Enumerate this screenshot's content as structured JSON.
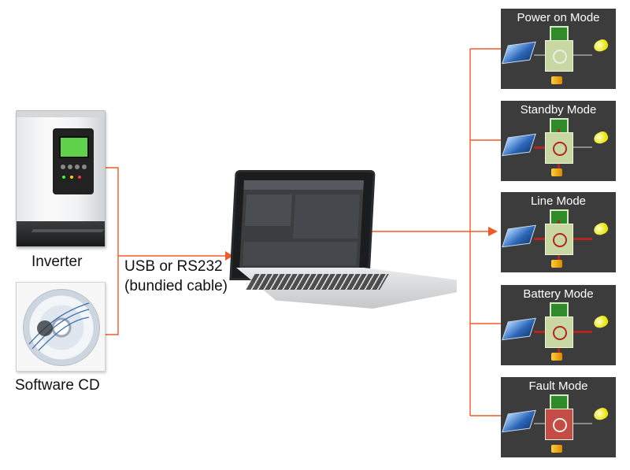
{
  "labels": {
    "inverter": "Inverter",
    "software_cd": "Software CD",
    "connection_line1": "USB or RS232",
    "connection_line2": "(bundied cable)"
  },
  "modes": [
    {
      "title": "Power on Mode"
    },
    {
      "title": "Standby Mode"
    },
    {
      "title": "Line Mode"
    },
    {
      "title": "Battery Mode"
    },
    {
      "title": "Fault Mode"
    }
  ],
  "colors": {
    "connector": "#f05a28",
    "panel_bg": "#3c3c3c",
    "flow_active": "#b3261e",
    "fault_core": "#c44b46"
  }
}
